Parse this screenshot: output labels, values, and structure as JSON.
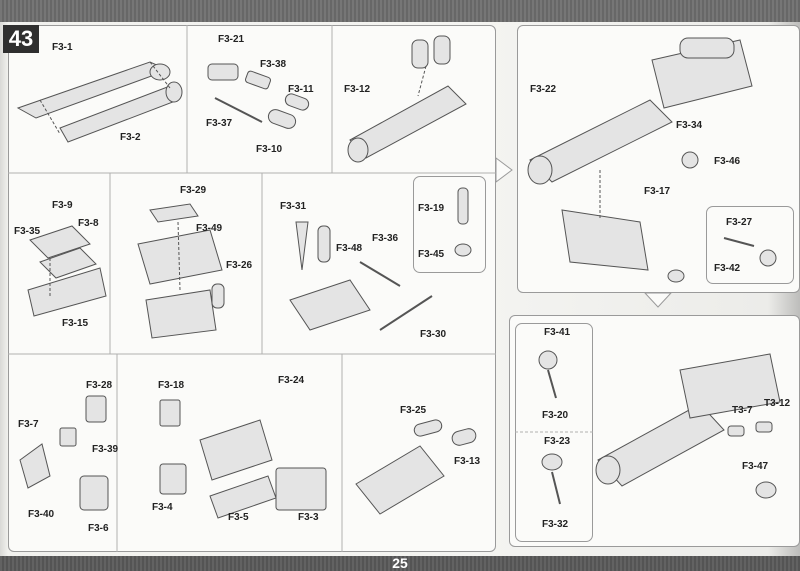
{
  "page": {
    "step_number": "43",
    "page_number": "25"
  },
  "labels": {
    "f3_1": "F3-1",
    "f3_2": "F3-2",
    "f3_21": "F3-21",
    "f3_38": "F3-38",
    "f3_11": "F3-11",
    "f3_37": "F3-37",
    "f3_10": "F3-10",
    "f3_12": "F3-12",
    "f3_22": "F3-22",
    "f3_34": "F3-34",
    "f3_46": "F3-46",
    "f3_17": "F3-17",
    "f3_9": "F3-9",
    "f3_8": "F3-8",
    "f3_35": "F3-35",
    "f3_15": "F3-15",
    "f3_29": "F3-29",
    "f3_49": "F3-49",
    "f3_26": "F3-26",
    "f3_31": "F3-31",
    "f3_48": "F3-48",
    "f3_36": "F3-36",
    "f3_30": "F3-30",
    "f3_19": "F3-19",
    "f3_45": "F3-45",
    "f3_27": "F3-27",
    "f3_42": "F3-42",
    "f3_41": "F3-41",
    "f3_20": "F3-20",
    "f3_23": "F3-23",
    "f3_32": "F3-32",
    "t3_7": "T3-7",
    "t3_12": "T3-12",
    "f3_47": "F3-47",
    "f3_28": "F3-28",
    "f3_7": "F3-7",
    "f3_39": "F3-39",
    "f3_40": "F3-40",
    "f3_6": "F3-6",
    "f3_18": "F3-18",
    "f3_24": "F3-24",
    "f3_4": "F3-4",
    "f3_5": "F3-5",
    "f3_3": "F3-3",
    "f3_25": "F3-25",
    "f3_13": "F3-13"
  }
}
